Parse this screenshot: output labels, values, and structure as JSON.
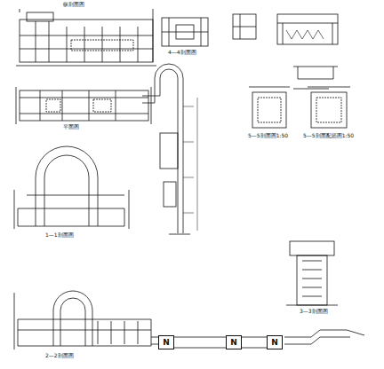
{
  "diagram": {
    "nodes": [
      {
        "text": [
          "N"
        ]
      },
      {
        "text": [
          "N"
        ]
      },
      {
        "text": [
          "N"
        ]
      }
    ],
    "edges": [
      {
        "from": 0,
        "to": 1,
        "arrow": "none"
      },
      {
        "from": 1,
        "to": 2,
        "arrow": "none"
      }
    ],
    "labels": [
      "纵剖面图",
      "4—4剖面图",
      "平面图",
      "1—1剖面图",
      "2—2剖面图",
      "3—3剖面图",
      "5—5剖面图1:50",
      "5—5剖面配筋图1:50"
    ]
  }
}
